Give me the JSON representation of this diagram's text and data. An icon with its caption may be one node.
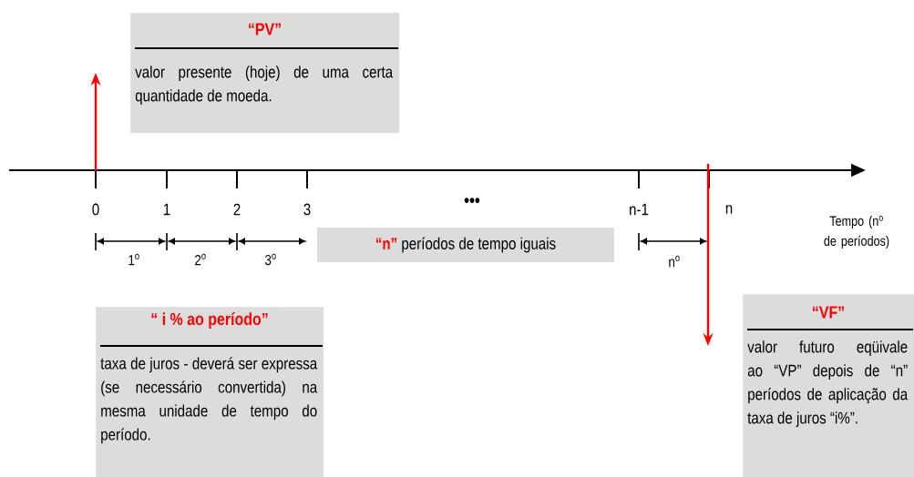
{
  "diagram": {
    "nodes": [
      {
        "text": [
          "“PV”",
          "valor presente (hoje) de uma certa quantidade de moeda."
        ]
      },
      {
        "text": [
          "“n”",
          "períodos de tempo iguais"
        ]
      },
      {
        "text": [
          "“ i % ao período”",
          "taxa de juros - deverá ser expressa (se necessário convertida) na mesma unidade de tempo do período."
        ]
      },
      {
        "text": [
          "“VF”",
          "valor futuro eqüivale ao “VP” depois de “n” períodos de aplicação da taxa de juros “i%”."
        ]
      }
    ],
    "labels": [
      "0",
      "1",
      "2",
      "3",
      "•••",
      "n-1",
      "n",
      "Tempo (n$^{o}$ de períodos)",
      "1$^{o}$",
      "2$^{o}$",
      "3$^{o}$",
      "n$^{o}$"
    ]
  }
}
